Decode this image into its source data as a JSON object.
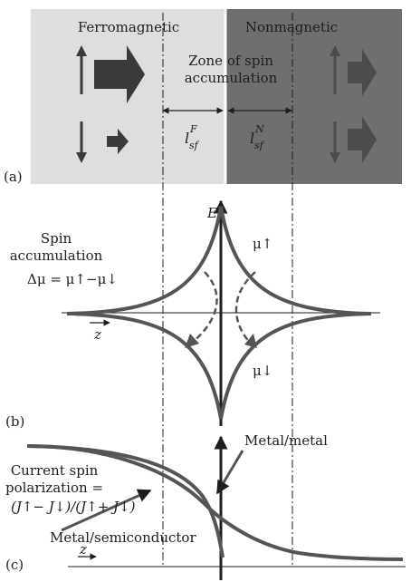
{
  "panel_a": {
    "label": "(a)",
    "left_region_title": "Ferromagnetic",
    "right_region_title": "Nonmagnetic",
    "zone_label_line1": "Zone of spin",
    "zone_label_line2": "accumulation",
    "lsf_f_main": "l",
    "lsf_f_sub": "sf",
    "lsf_f_sup": "F",
    "lsf_n_main": "l",
    "lsf_n_sub": "sf",
    "lsf_n_sup": "N",
    "colors": {
      "ferromagnetic_bg": "#dedede",
      "nonmagnetic_bg": "#6f6f6f",
      "arrow_dark": "#3a3a3a",
      "arrow_on_dark": "#4c4c4c"
    }
  },
  "panel_b": {
    "label": "(b)",
    "energy_axis": "E",
    "spin_label_line1": "Spin",
    "spin_label_line2": "accumulation",
    "delta_mu": "Δμ = μ↑−μ↓",
    "mu_up": "μ↑",
    "mu_down": "μ↓",
    "x_axis": "z"
  },
  "panel_c": {
    "label": "(c)",
    "title_line1": "Current spin",
    "title_line2": "polarization =",
    "formula": "(J↑− J↓)/(J↑+ J↓)",
    "metal_metal": "Metal/metal",
    "metal_semiconductor": "Metal/semiconductor",
    "x_axis": "z"
  }
}
